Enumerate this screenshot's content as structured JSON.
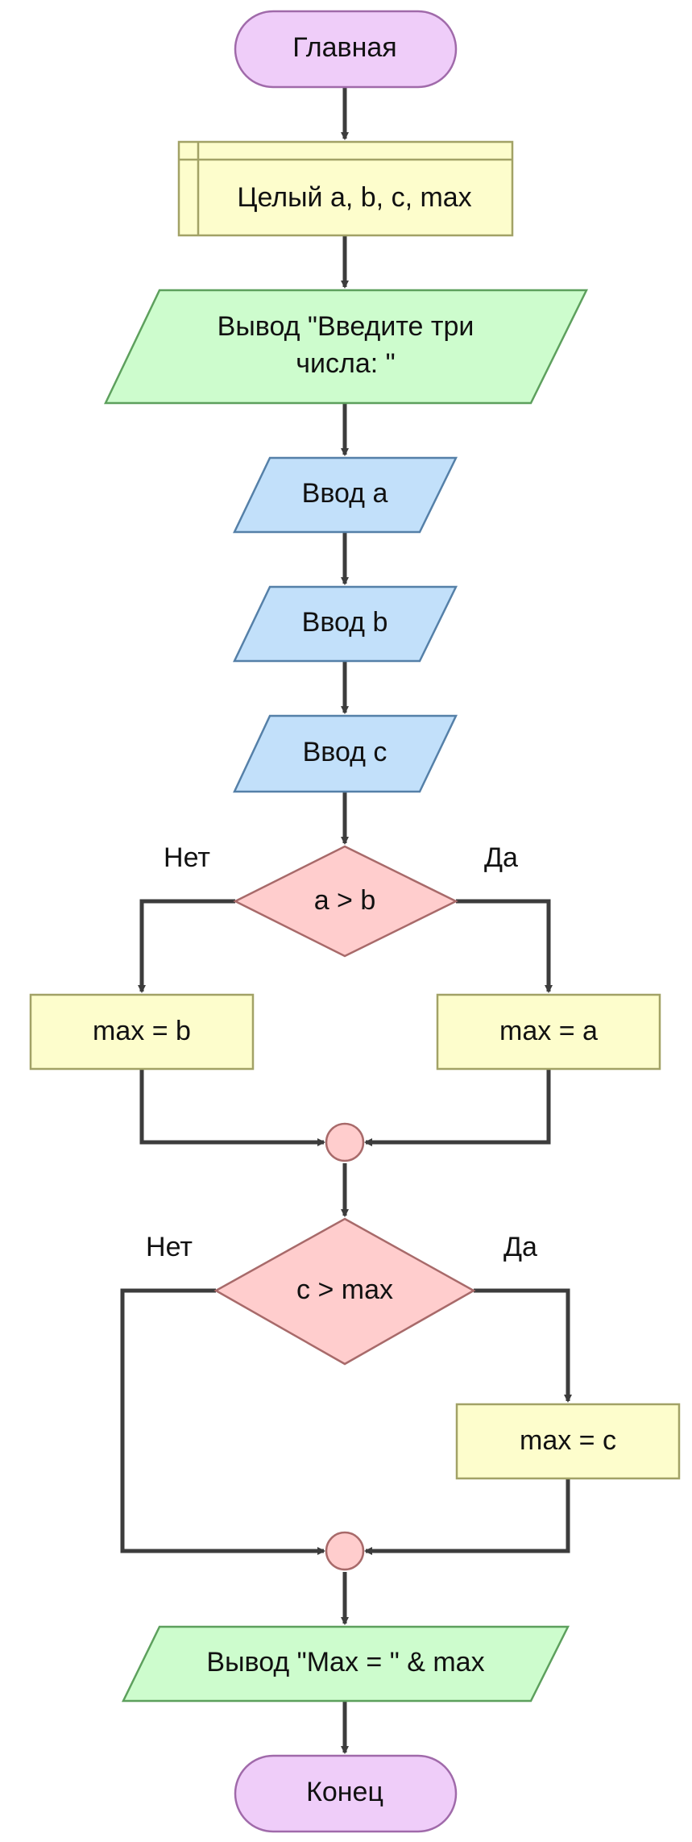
{
  "nodes": {
    "start": "Главная",
    "declare": "Целый a, b, c, max",
    "output1_line1": "Вывод \"Введите три",
    "output1_line2": "числа: \"",
    "input_a": "Ввод a",
    "input_b": "Ввод b",
    "input_c": "Ввод c",
    "decision1": "a > b",
    "assign_b": "max = b",
    "assign_a": "max = a",
    "decision2": "c > max",
    "assign_c": "max = c",
    "output2": "Вывод \"Max = \" & max",
    "end": "Конец"
  },
  "labels": {
    "no1": "Нет",
    "yes1": "Да",
    "no2": "Нет",
    "yes2": "Да"
  },
  "colors": {
    "terminal": "#efcdf9",
    "declare": "#fdfdcc",
    "output": "#cdfccd",
    "input": "#c2e0fa",
    "decision": "#ffcdcd",
    "connector": "#ffcdcd",
    "line": "#3c3c3c"
  }
}
